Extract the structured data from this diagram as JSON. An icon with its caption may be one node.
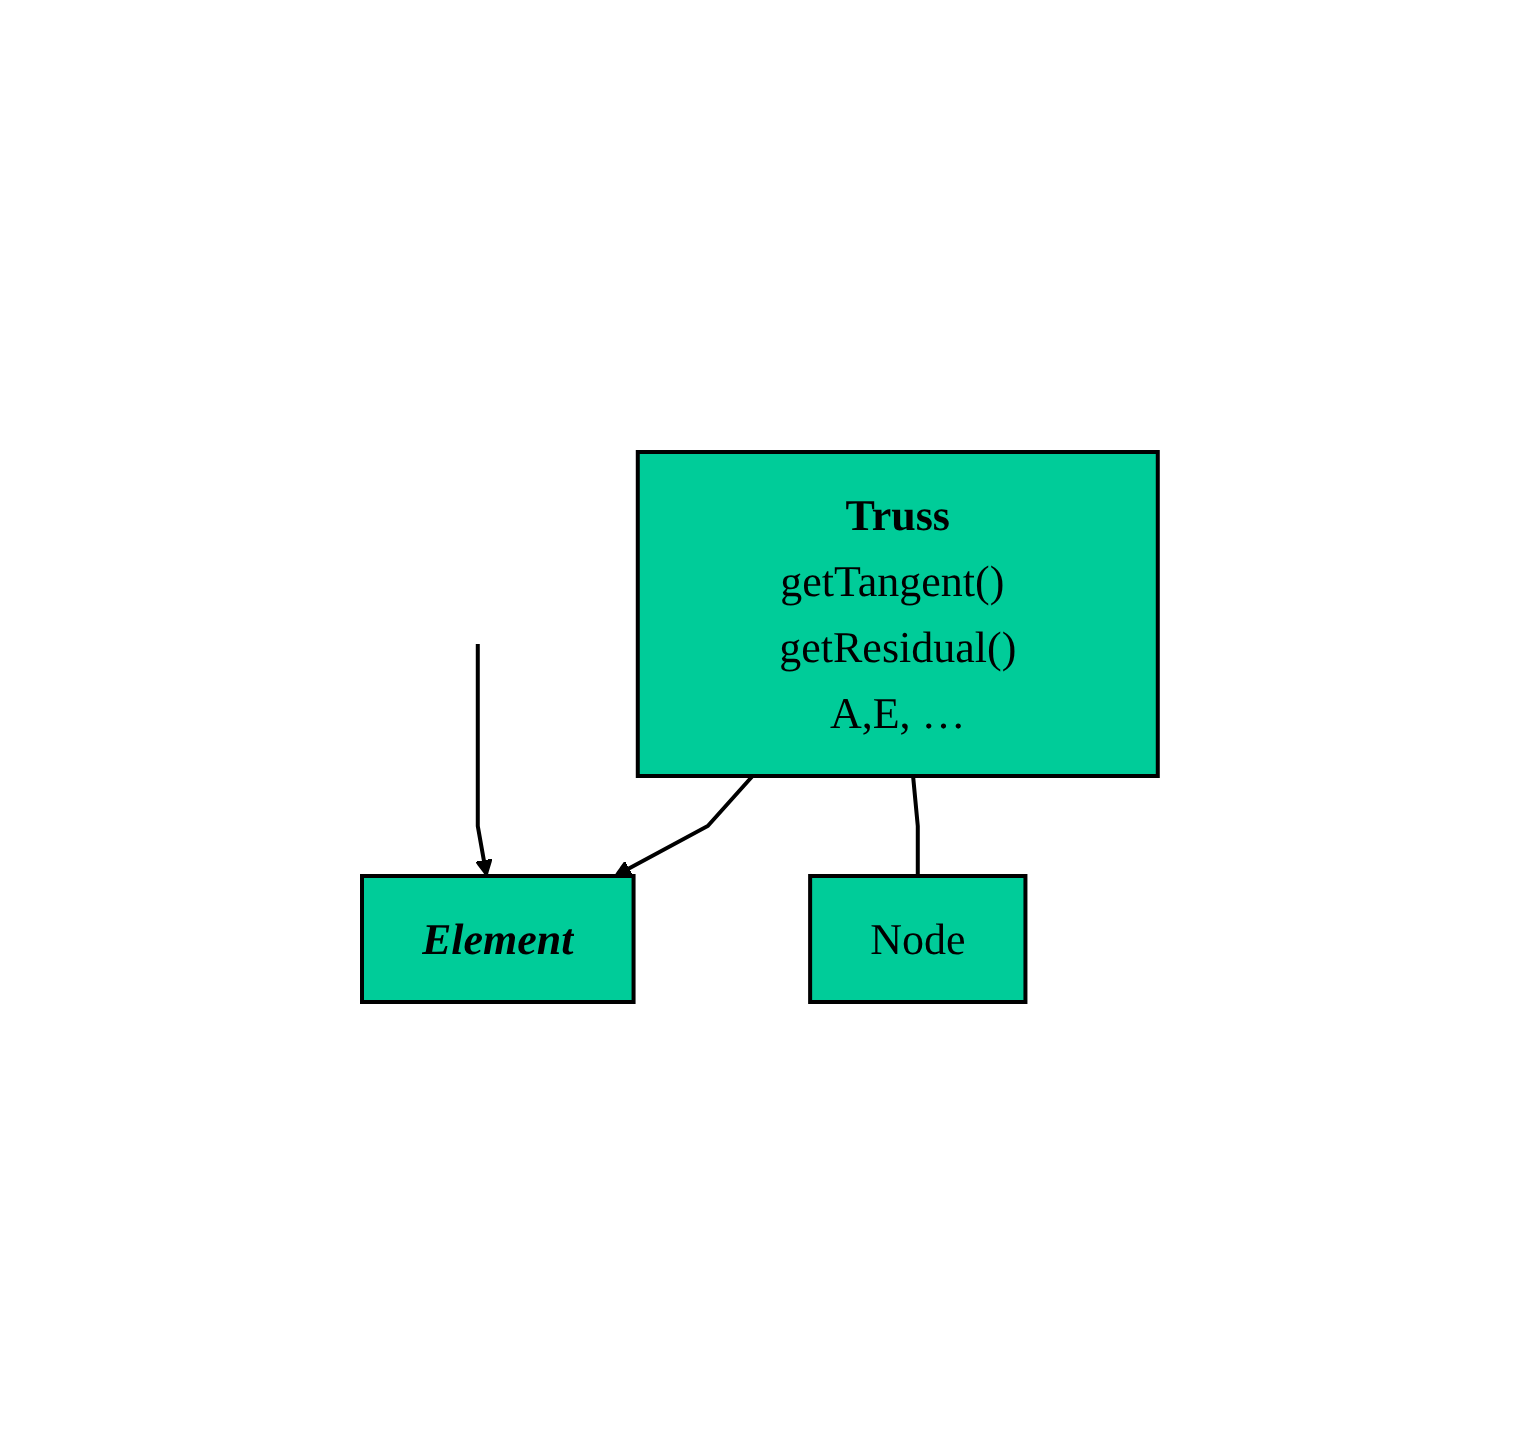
{
  "diagram": {
    "nodes": [
      {
        "text": [
          "Element"
        ]
      },
      {
        "text": [
          "Truss",
          "getTangent() getResidual()",
          "A,E, …"
        ]
      },
      {
        "text": [
          "Node"
        ]
      }
    ],
    "edges": [
      {
        "from": 1,
        "to": 0,
        "arrow": "to"
      },
      {
        "from": null,
        "to": 0,
        "arrow": "to"
      },
      {
        "from": 1,
        "to": 2,
        "arrow": "none"
      }
    ]
  }
}
